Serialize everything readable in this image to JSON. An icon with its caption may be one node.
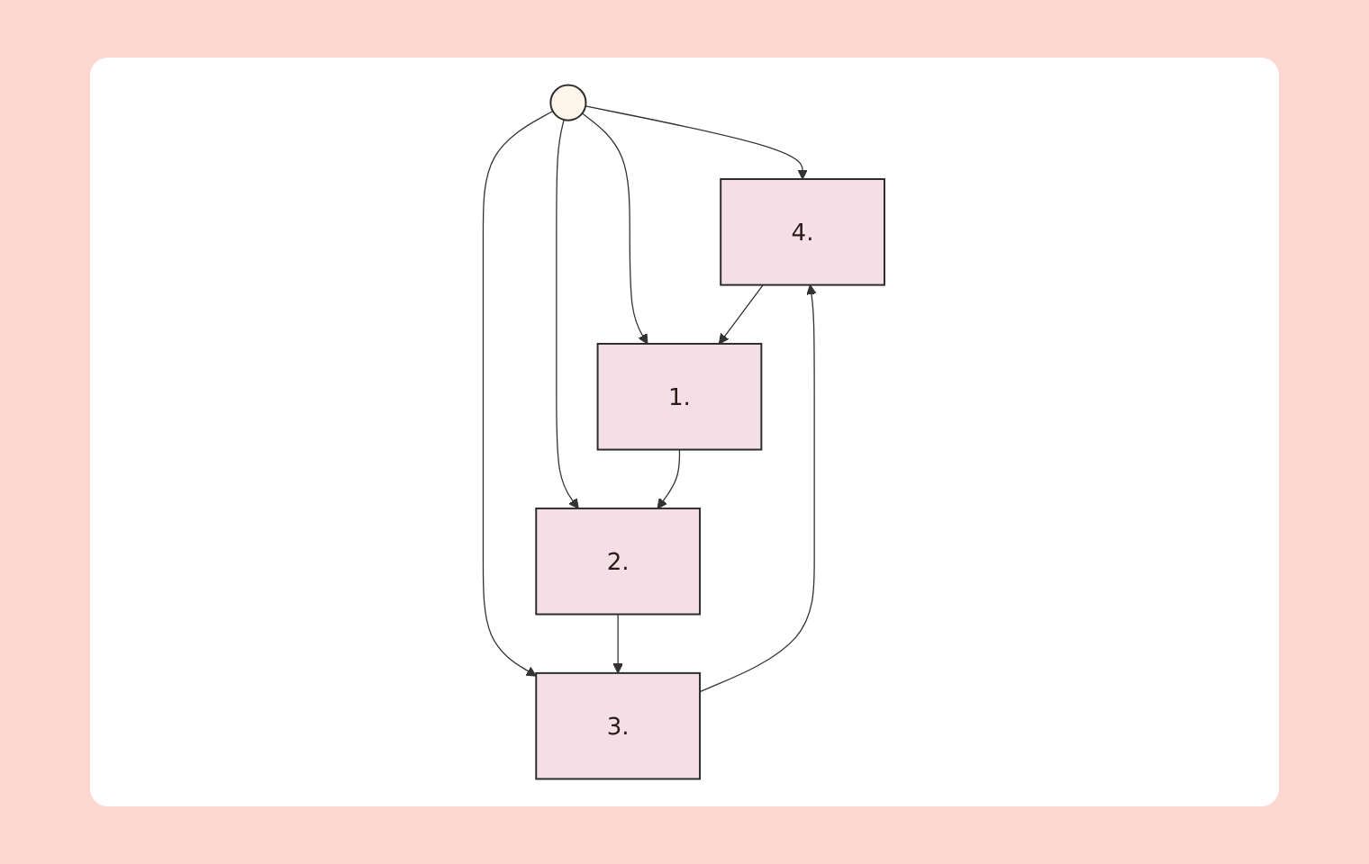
{
  "diagram": {
    "nodes": [
      {
        "text": [
          "4."
        ]
      },
      {
        "text": [
          "3."
        ]
      },
      {
        "text": [],
        "shape": "circle"
      },
      {
        "text": [
          "1."
        ]
      },
      {
        "text": [
          "2."
        ]
      }
    ],
    "edges": [
      {
        "from": 2,
        "to": 0,
        "arrow": "to"
      },
      {
        "from": 2,
        "to": 1,
        "arrow": "to"
      },
      {
        "from": 2,
        "to": 3,
        "arrow": "to"
      },
      {
        "from": 2,
        "to": 4,
        "arrow": "to"
      },
      {
        "from": 0,
        "to": 3,
        "arrow": "to"
      },
      {
        "from": 3,
        "to": 4,
        "arrow": "to"
      },
      {
        "from": 4,
        "to": 1,
        "arrow": "to"
      },
      {
        "from": 1,
        "to": 0,
        "arrow": "to"
      }
    ]
  }
}
